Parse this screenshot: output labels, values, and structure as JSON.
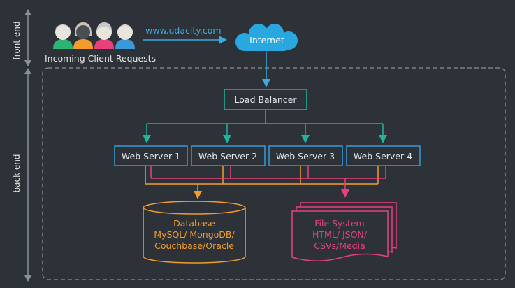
{
  "sides": {
    "front": "front end",
    "back": "back end"
  },
  "clients": {
    "label": "Incoming Client Requests",
    "url": "www.udacity.com"
  },
  "internet": "Internet",
  "load_balancer": "Load Balancer",
  "web_servers": [
    "Web Server 1",
    "Web Server 2",
    "Web Server 3",
    "Web Server 4"
  ],
  "database": {
    "lines": [
      "Database",
      "MySQL/ MongoDB/",
      "Couchbase/Oracle"
    ]
  },
  "file_system": {
    "lines": [
      "File System",
      "HTML/ JSON/",
      "CSVs/Media"
    ]
  },
  "colors": {
    "background": "#2d3239",
    "text": "#e6e6e6",
    "arrow_blue": "#3fa9e0",
    "cloud": "#29a8e0",
    "teal": "#1fb4a0",
    "server_blue": "#3a9ad9",
    "orange": "#f39c2c",
    "pink": "#e8407a",
    "dashed": "#8a9099"
  }
}
